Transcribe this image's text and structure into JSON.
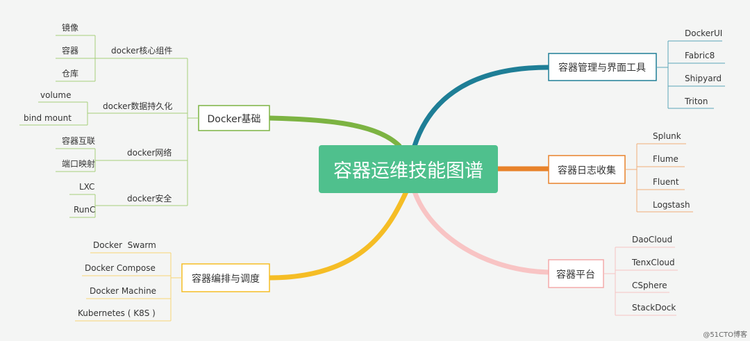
{
  "central": {
    "label": "容器运维技能图谱",
    "color": "#4fc08d"
  },
  "branches": {
    "docker_basics": {
      "label": "Docker基础",
      "color": "#7cb342",
      "groups": [
        {
          "label": "docker核心组件",
          "items": [
            "镜像",
            "容器",
            "仓库"
          ]
        },
        {
          "label": "docker数据持久化",
          "items": [
            "volume",
            "bind mount"
          ]
        },
        {
          "label": "docker网络",
          "items": [
            "容器互联",
            "端口映射"
          ]
        },
        {
          "label": "docker安全",
          "items": [
            "LXC",
            "RunC"
          ]
        }
      ]
    },
    "orchestration": {
      "label": "容器编排与调度",
      "color": "#f5bd25",
      "items": [
        "Docker  Swarm",
        "Docker Compose",
        "Docker Machine",
        "Kubernetes ( K8S )"
      ]
    },
    "management": {
      "label": "容器管理与界面工具",
      "color": "#1e7e96",
      "items": [
        "DockerUI",
        "Fabric8",
        "Shipyard",
        "Triton"
      ]
    },
    "logging": {
      "label": "容器日志收集",
      "color": "#e8822a",
      "items": [
        "Splunk",
        "Flume",
        "Fluent",
        "Logstash"
      ]
    },
    "platform": {
      "label": "容器平台",
      "color": "#f8c4c4",
      "items": [
        "DaoCloud",
        "TenxCloud",
        "CSphere",
        "StackDock"
      ]
    }
  },
  "watermark": "@51CTO博客"
}
